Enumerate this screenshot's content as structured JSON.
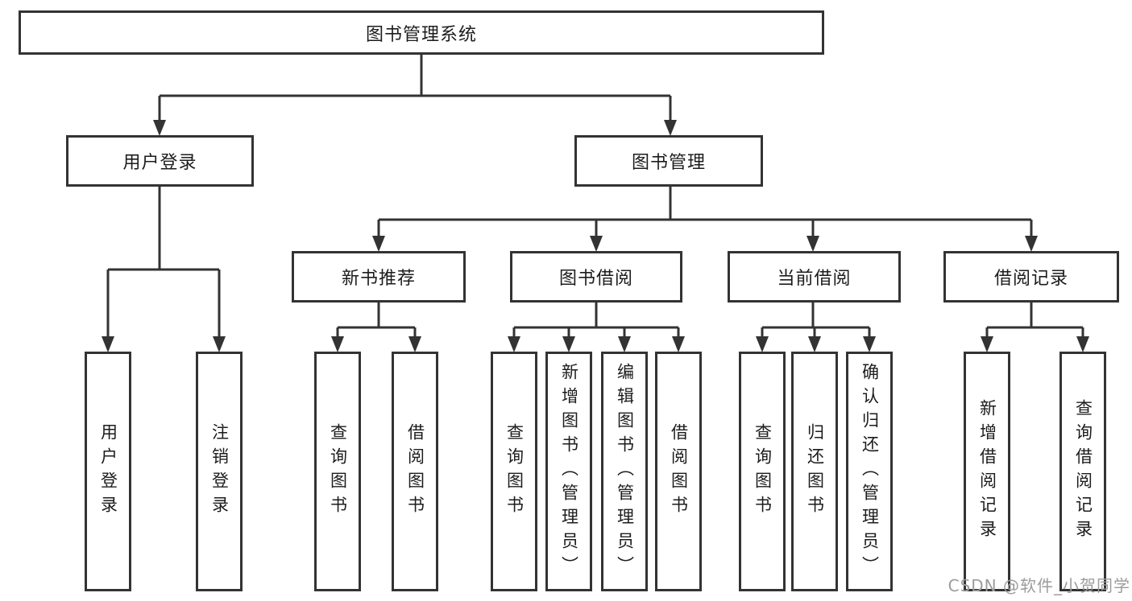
{
  "page": {
    "background": "#ffffff"
  },
  "colors": {
    "line": "#333333",
    "text": "#1c1c1c",
    "watermark": "#9c9c9c"
  },
  "watermark": {
    "text": "CSDN @软件_小贺同学"
  },
  "tree": {
    "root": {
      "label": "图书管理系统",
      "children": [
        {
          "label": "用户登录",
          "children": [
            {
              "label": "用户登录"
            },
            {
              "label": "注销登录"
            }
          ]
        },
        {
          "label": "图书管理",
          "children": [
            {
              "label": "新书推荐",
              "children": [
                {
                  "label": "查询图书"
                },
                {
                  "label": "借阅图书"
                }
              ]
            },
            {
              "label": "图书借阅",
              "children": [
                {
                  "label": "查询图书"
                },
                {
                  "label": "新增图书（管理员）"
                },
                {
                  "label": "编辑图书（管理员）"
                },
                {
                  "label": "借阅图书"
                }
              ]
            },
            {
              "label": "当前借阅",
              "children": [
                {
                  "label": "查询图书"
                },
                {
                  "label": "归还图书"
                },
                {
                  "label": "确认归还（管理员）"
                }
              ]
            },
            {
              "label": "借阅记录",
              "children": [
                {
                  "label": "新增借阅记录"
                },
                {
                  "label": "查询借阅记录"
                }
              ]
            }
          ]
        }
      ]
    }
  }
}
